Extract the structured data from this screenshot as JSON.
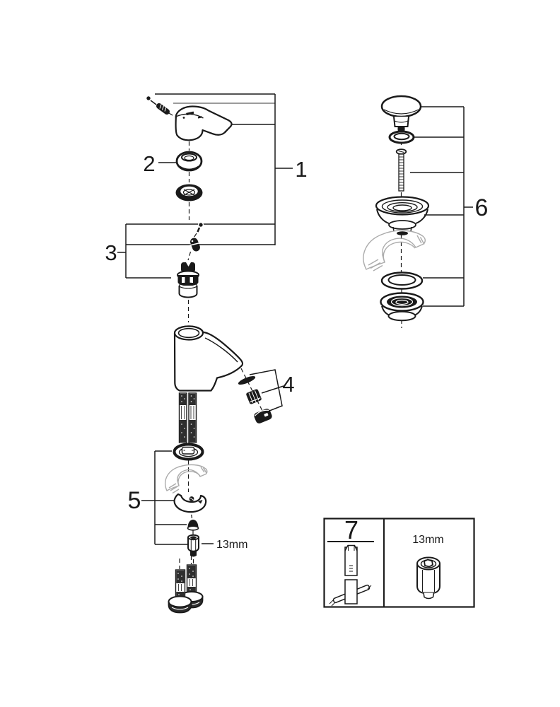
{
  "figure": {
    "background": "#ffffff",
    "line_color": "#1a1a1a",
    "secondary_line_color": "#7a7a7a",
    "ghost_part_color": "#ababab"
  },
  "callouts": {
    "part1": "1",
    "part2": "2",
    "part3": "3",
    "part4": "4",
    "part5": "5",
    "part6": "6",
    "part7": "7"
  },
  "annotations": {
    "mounting_nut_wrench_size": "13mm",
    "toolbox_socket_size": "13mm"
  }
}
